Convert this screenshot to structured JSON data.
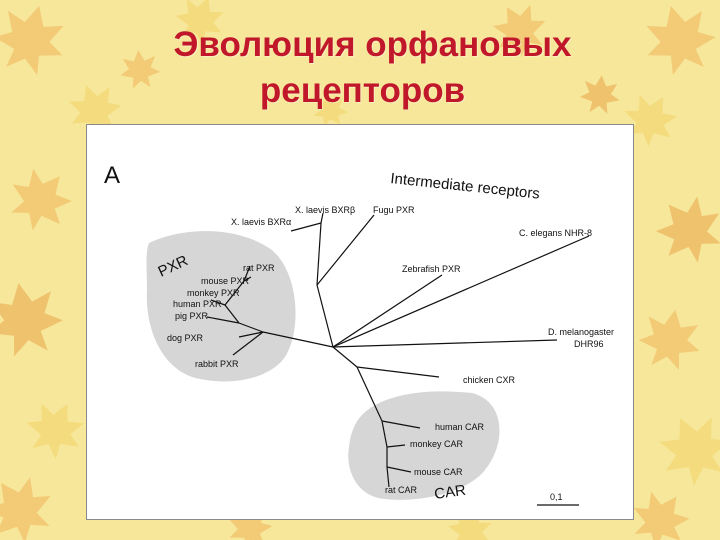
{
  "slide": {
    "title_line1": "Эволюция орфановых",
    "title_line2": "рецепторов"
  },
  "colors": {
    "title": "#c0172a",
    "background": "#f6e79a",
    "leaf_orange": "#f0b35a",
    "leaf_yellow": "#f3d266",
    "cluster_fill": "#d6d6d6"
  },
  "figure": {
    "panel_letter": "A",
    "intermediate_label": "Intermediate receptors",
    "pxr_group_label": "PXR",
    "car_group_label": "CAR",
    "scale_label": "0,1",
    "taxa": {
      "xlaevis_bxr_beta": "X. laevis BXRβ",
      "xlaevis_bxr_alpha": "X. laevis BXRα",
      "fugu_pxr": "Fugu PXR",
      "celegans": "C. elegans NHR-8",
      "zebrafish_pxr": "Zebrafish PXR",
      "dmelanogaster_1": "D. melanogaster",
      "dmelanogaster_2": "DHR96",
      "chicken_cxr": "chicken CXR",
      "rat_pxr": "rat PXR",
      "mouse_pxr": "mouse PXR",
      "monkey_pxr": "monkey PXR",
      "human_pxr": "human PXR",
      "pig_pxr": "pig PXR",
      "dog_pxr": "dog PXR",
      "rabbit_pxr": "rabbit PXR",
      "human_car": "human CAR",
      "monkey_car": "monkey CAR",
      "mouse_car": "mouse CAR",
      "rat_car": "rat CAR"
    }
  }
}
